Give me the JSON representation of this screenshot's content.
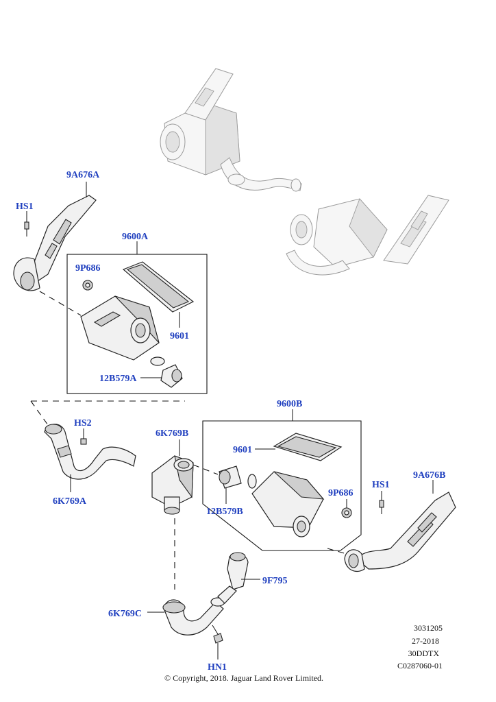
{
  "callouts": {
    "hs1_left": "HS1",
    "duct_left": "9A676A",
    "assembly_a": "9600A",
    "gasket_a": "9P686",
    "filter_a": "9601",
    "sensor_a": "12B579A",
    "hs2": "HS2",
    "hose_a": "6K769A",
    "resonator_b": "6K769B",
    "assembly_b": "9600B",
    "filter_b": "9601",
    "gasket_b": "9P686",
    "sensor_b": "12B579B",
    "hs1_right": "HS1",
    "duct_right": "9A676B",
    "pipe_9f795": "9F795",
    "hose_c": "6K769C",
    "hn1": "HN1"
  },
  "metadata": {
    "line1": "3031205",
    "line2": "27-2018",
    "line3": "30DDTX",
    "line4": "C0287060-01"
  },
  "copyright": "© Copyright, 2018. Jaguar Land Rover Limited."
}
